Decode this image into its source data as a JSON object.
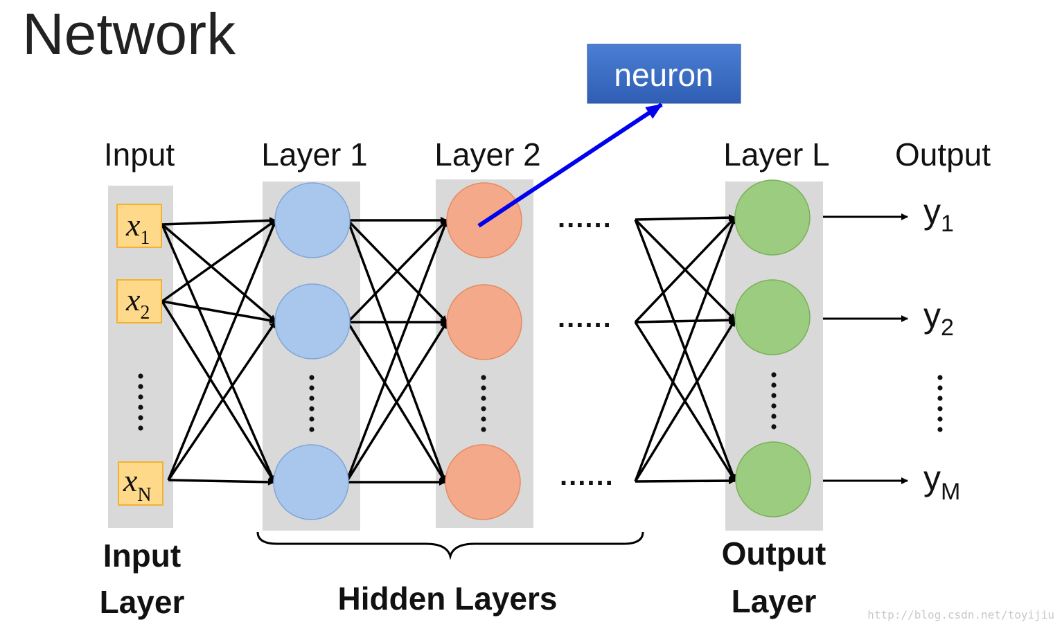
{
  "title": "Network",
  "callout": {
    "label": "neuron"
  },
  "column_headers": {
    "input": "Input",
    "layer1": "Layer 1",
    "layer2": "Layer 2",
    "layerL": "Layer L",
    "output": "Output"
  },
  "inputs": [
    {
      "var": "x",
      "sub": "1"
    },
    {
      "var": "x",
      "sub": "2"
    },
    {
      "var": "x",
      "sub": "N"
    }
  ],
  "outputs": [
    {
      "var": "y",
      "sub": "1"
    },
    {
      "var": "y",
      "sub": "2"
    },
    {
      "var": "y",
      "sub": "M"
    }
  ],
  "ellipsis": "......",
  "bottom_labels": {
    "input_line1": "Input",
    "input_line2": "Layer",
    "hidden": "Hidden Layers",
    "output_line1": "Output",
    "output_line2": "Layer"
  },
  "watermark": "http://blog.csdn.net/toyijiu",
  "colors": {
    "input_box_fill": "#ffd98a",
    "input_box_stroke": "#f2b134",
    "layer1_fill": "#a9c6ec",
    "layer1_stroke": "#7ea6d8",
    "layer2_fill": "#f4a98a",
    "layer2_stroke": "#e48a60",
    "layerL_fill": "#9ccc7f",
    "layerL_stroke": "#79b05a",
    "column_bg": "#d9d9d9",
    "callout_fill": "#3d6dc4",
    "pointer": "#0000ee"
  }
}
